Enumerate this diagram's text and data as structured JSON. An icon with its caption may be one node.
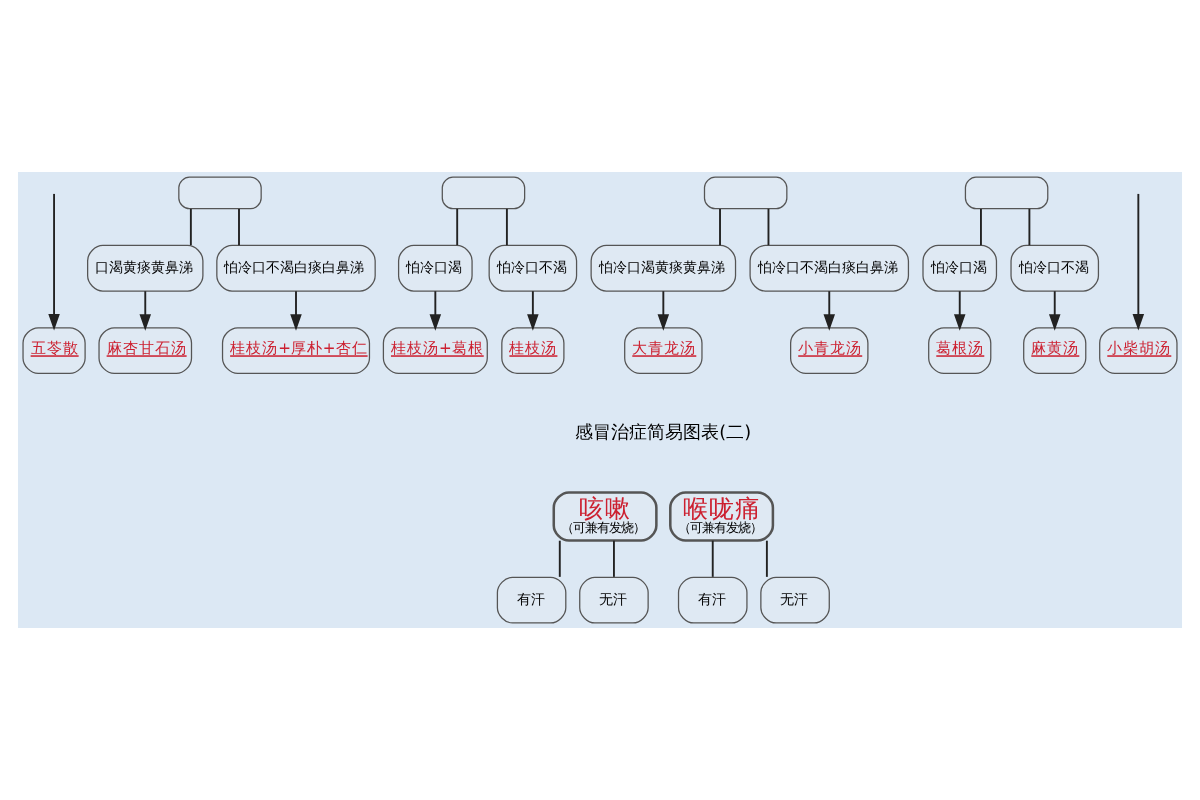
{
  "diagram": {
    "nodes": [
      {
        "text": [],
        "shape": "box"
      },
      {
        "text": [],
        "shape": "box"
      },
      {
        "text": [],
        "shape": "box"
      },
      {
        "text": [],
        "shape": "box"
      },
      {
        "text": [
          "口渴黄痰黄鼻涕"
        ]
      },
      {
        "text": [
          "怕冷口不渴白痰白鼻涕"
        ]
      },
      {
        "text": [
          "怕冷口渴"
        ]
      },
      {
        "text": [
          "怕冷口不渴"
        ]
      },
      {
        "text": [
          "怕冷口渴黄痰黄鼻涕"
        ]
      },
      {
        "text": [
          "怕冷口不渴白痰白鼻涕"
        ]
      },
      {
        "text": [
          "怕冷口渴"
        ]
      },
      {
        "text": [
          "怕冷口不渴"
        ]
      },
      {
        "text": [
          "五苓散"
        ]
      },
      {
        "text": [
          "麻杏甘石汤"
        ]
      },
      {
        "text": [
          "桂枝汤+厚朴+杏仁"
        ]
      },
      {
        "text": [
          "桂枝汤+葛根"
        ]
      },
      {
        "text": [
          "桂枝汤"
        ]
      },
      {
        "text": [
          "大青龙汤"
        ]
      },
      {
        "text": [
          "小青龙汤"
        ]
      },
      {
        "text": [
          "葛根汤"
        ]
      },
      {
        "text": [
          "麻黄汤"
        ]
      },
      {
        "text": [
          "小柴胡汤"
        ]
      },
      {
        "text": [
          "咳嗽",
          "（可兼有发烧）"
        ]
      },
      {
        "text": [
          "喉咙痛",
          "（可兼有发烧）"
        ]
      },
      {
        "text": [
          "有汗"
        ]
      },
      {
        "text": [
          "无汗"
        ]
      },
      {
        "text": [
          "有汗"
        ]
      },
      {
        "text": [
          "无汗"
        ]
      }
    ],
    "edges": [
      {
        "from": null,
        "to": 12,
        "arrow": "to"
      },
      {
        "from": 0,
        "to": 4,
        "arrow": "none"
      },
      {
        "from": 0,
        "to": 5,
        "arrow": "none"
      },
      {
        "from": 1,
        "to": 6,
        "arrow": "none"
      },
      {
        "from": 1,
        "to": 7,
        "arrow": "none"
      },
      {
        "from": 2,
        "to": 8,
        "arrow": "none"
      },
      {
        "from": 2,
        "to": 9,
        "arrow": "none"
      },
      {
        "from": 3,
        "to": 10,
        "arrow": "none"
      },
      {
        "from": 3,
        "to": 11,
        "arrow": "none"
      },
      {
        "from": null,
        "to": 21,
        "arrow": "to"
      },
      {
        "from": 4,
        "to": 13,
        "arrow": "to"
      },
      {
        "from": 5,
        "to": 14,
        "arrow": "to"
      },
      {
        "from": 6,
        "to": 15,
        "arrow": "to"
      },
      {
        "from": 7,
        "to": 16,
        "arrow": "to"
      },
      {
        "from": 8,
        "to": 17,
        "arrow": "to"
      },
      {
        "from": 9,
        "to": 18,
        "arrow": "to"
      },
      {
        "from": 10,
        "to": 19,
        "arrow": "to"
      },
      {
        "from": 11,
        "to": 20,
        "arrow": "to"
      },
      {
        "from": 22,
        "to": 24,
        "arrow": "none"
      },
      {
        "from": 22,
        "to": 25,
        "arrow": "none"
      },
      {
        "from": 23,
        "to": 26,
        "arrow": "none"
      },
      {
        "from": 23,
        "to": 27,
        "arrow": "none"
      }
    ],
    "labels": [
      "感冒治症简易图表(二)"
    ]
  }
}
